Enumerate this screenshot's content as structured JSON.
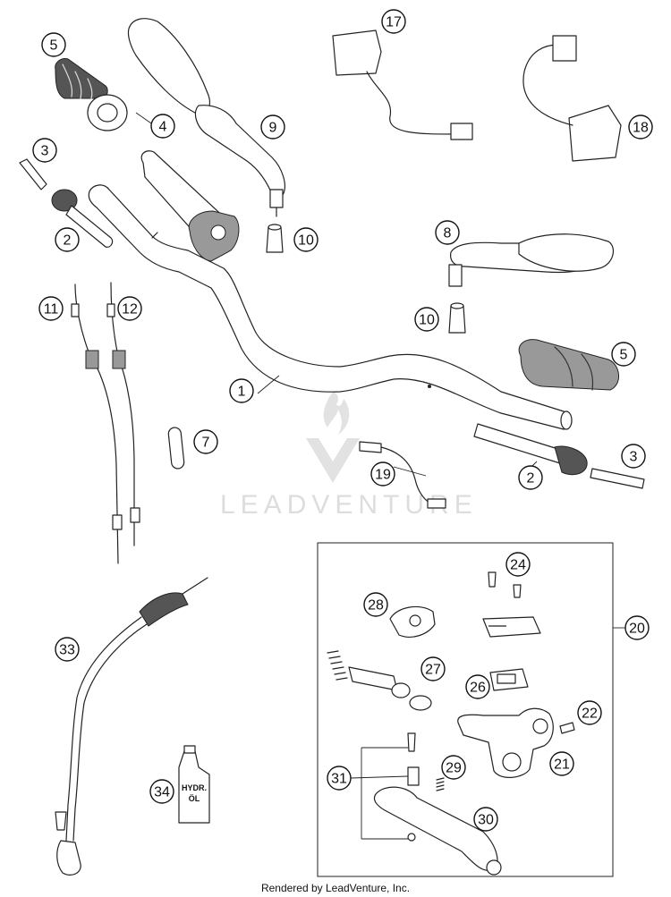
{
  "callouts": [
    {
      "n": "1"
    },
    {
      "n": "2"
    },
    {
      "n": "2"
    },
    {
      "n": "3"
    },
    {
      "n": "3"
    },
    {
      "n": "4"
    },
    {
      "n": "5"
    },
    {
      "n": "5"
    },
    {
      "n": "7"
    },
    {
      "n": "8"
    },
    {
      "n": "9"
    },
    {
      "n": "10"
    },
    {
      "n": "10"
    },
    {
      "n": "11"
    },
    {
      "n": "12"
    },
    {
      "n": "17"
    },
    {
      "n": "18"
    },
    {
      "n": "19"
    },
    {
      "n": "20"
    },
    {
      "n": "21"
    },
    {
      "n": "22"
    },
    {
      "n": "24"
    },
    {
      "n": "26"
    },
    {
      "n": "27"
    },
    {
      "n": "28"
    },
    {
      "n": "29"
    },
    {
      "n": "30"
    },
    {
      "n": "31"
    },
    {
      "n": "33"
    },
    {
      "n": "34"
    }
  ],
  "bottle_label": {
    "line1": "HYDR.",
    "line2": "ÖL"
  },
  "watermark": {
    "text": "LEADVENTURE"
  },
  "footer": {
    "text": "Rendered by LeadVenture, Inc."
  },
  "colors": {
    "line": "#222222",
    "watermark": "#c8c8c8",
    "background": "#ffffff"
  }
}
